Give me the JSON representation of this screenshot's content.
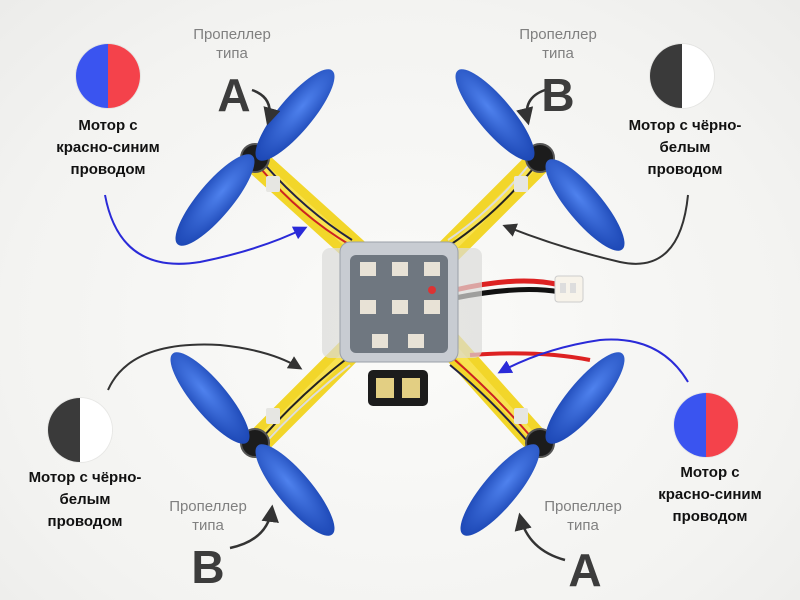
{
  "labels": {
    "prop_type": "Пропеллер\nтипа",
    "type_a": "A",
    "type_b": "B",
    "motor_red_blue": "Мотор с\nкрасно-синим\nпроводом",
    "motor_black_white": "Мотор с чёрно-\nбелым\nпроводом"
  },
  "colors": {
    "wire_blue": "#3a54f0",
    "wire_red": "#f4424b",
    "wire_black": "#3a3a3a",
    "wire_white": "#ffffff",
    "frame_yellow": "#f5d92c",
    "propeller_blue": "#1f52c4",
    "arrow_blue": "#2a2ad8",
    "arrow_dark": "#333333"
  },
  "motors": [
    {
      "position": "top-left",
      "wire_colors": "red-blue",
      "propeller_type": "A"
    },
    {
      "position": "top-right",
      "wire_colors": "black-white",
      "propeller_type": "B"
    },
    {
      "position": "bottom-left",
      "wire_colors": "black-white",
      "propeller_type": "B"
    },
    {
      "position": "bottom-right",
      "wire_colors": "red-blue",
      "propeller_type": "A"
    }
  ]
}
